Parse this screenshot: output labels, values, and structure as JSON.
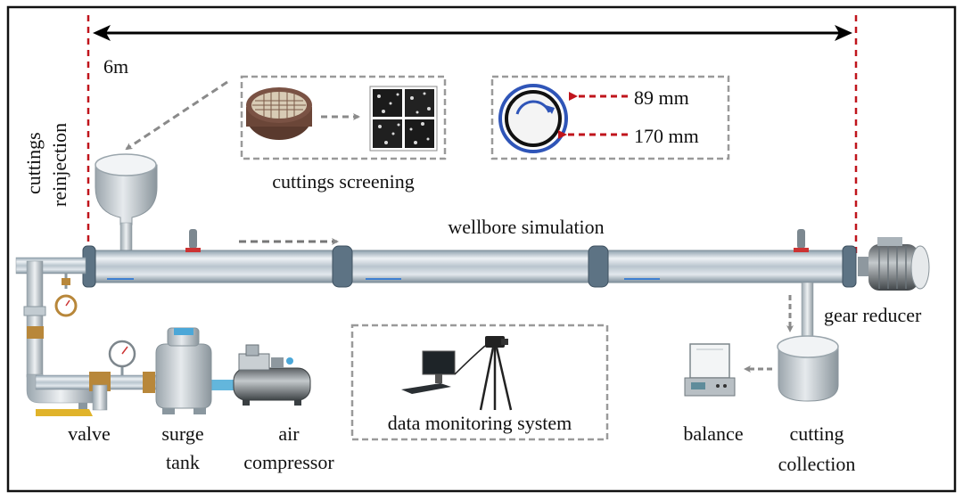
{
  "dimension": "6m",
  "labels": {
    "cuttings_reinjection_1": "cuttings",
    "cuttings_reinjection_2": "reinjection",
    "cuttings_screening": "cuttings screening",
    "inner_diameter": "89 mm",
    "outer_diameter": "170 mm",
    "wellbore_simulation": "wellbore simulation",
    "gear_reducer": "gear reducer",
    "data_monitoring_system": "data monitoring system",
    "valve": "valve",
    "surge_tank_1": "surge",
    "surge_tank_2": "tank",
    "air_compressor_1": "air",
    "air_compressor_2": "compressor",
    "balance": "balance",
    "cutting_collection_1": "cutting",
    "cutting_collection_2": "collection"
  },
  "colors": {
    "frame": "#111111",
    "dash_red": "#c0141c",
    "dash_gray": "#8a8a8a",
    "annulus_blue": "#2f55b8",
    "pipe_steel": "#c9d3db",
    "coupling": "#5d7384"
  },
  "icons": [
    "funnel-icon",
    "sieve-icon",
    "cuttings-sample-icon",
    "annulus-icon",
    "motor-icon",
    "collector-icon",
    "balance-icon",
    "computer-icon",
    "camera-tripod-icon",
    "surge-tank-icon",
    "air-compressor-icon",
    "pressure-gauge-icon",
    "valve-icon"
  ]
}
